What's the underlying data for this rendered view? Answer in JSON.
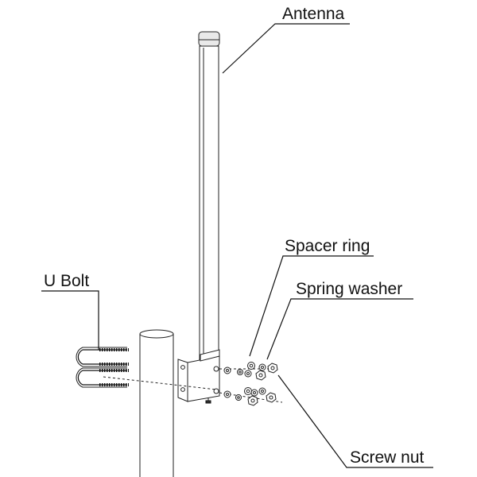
{
  "labels": {
    "antenna": "Antenna",
    "spacer_ring": "Spacer ring",
    "spring_washer": "Spring washer",
    "u_bolt": "U Bolt",
    "screw_nut": "Screw nut"
  }
}
